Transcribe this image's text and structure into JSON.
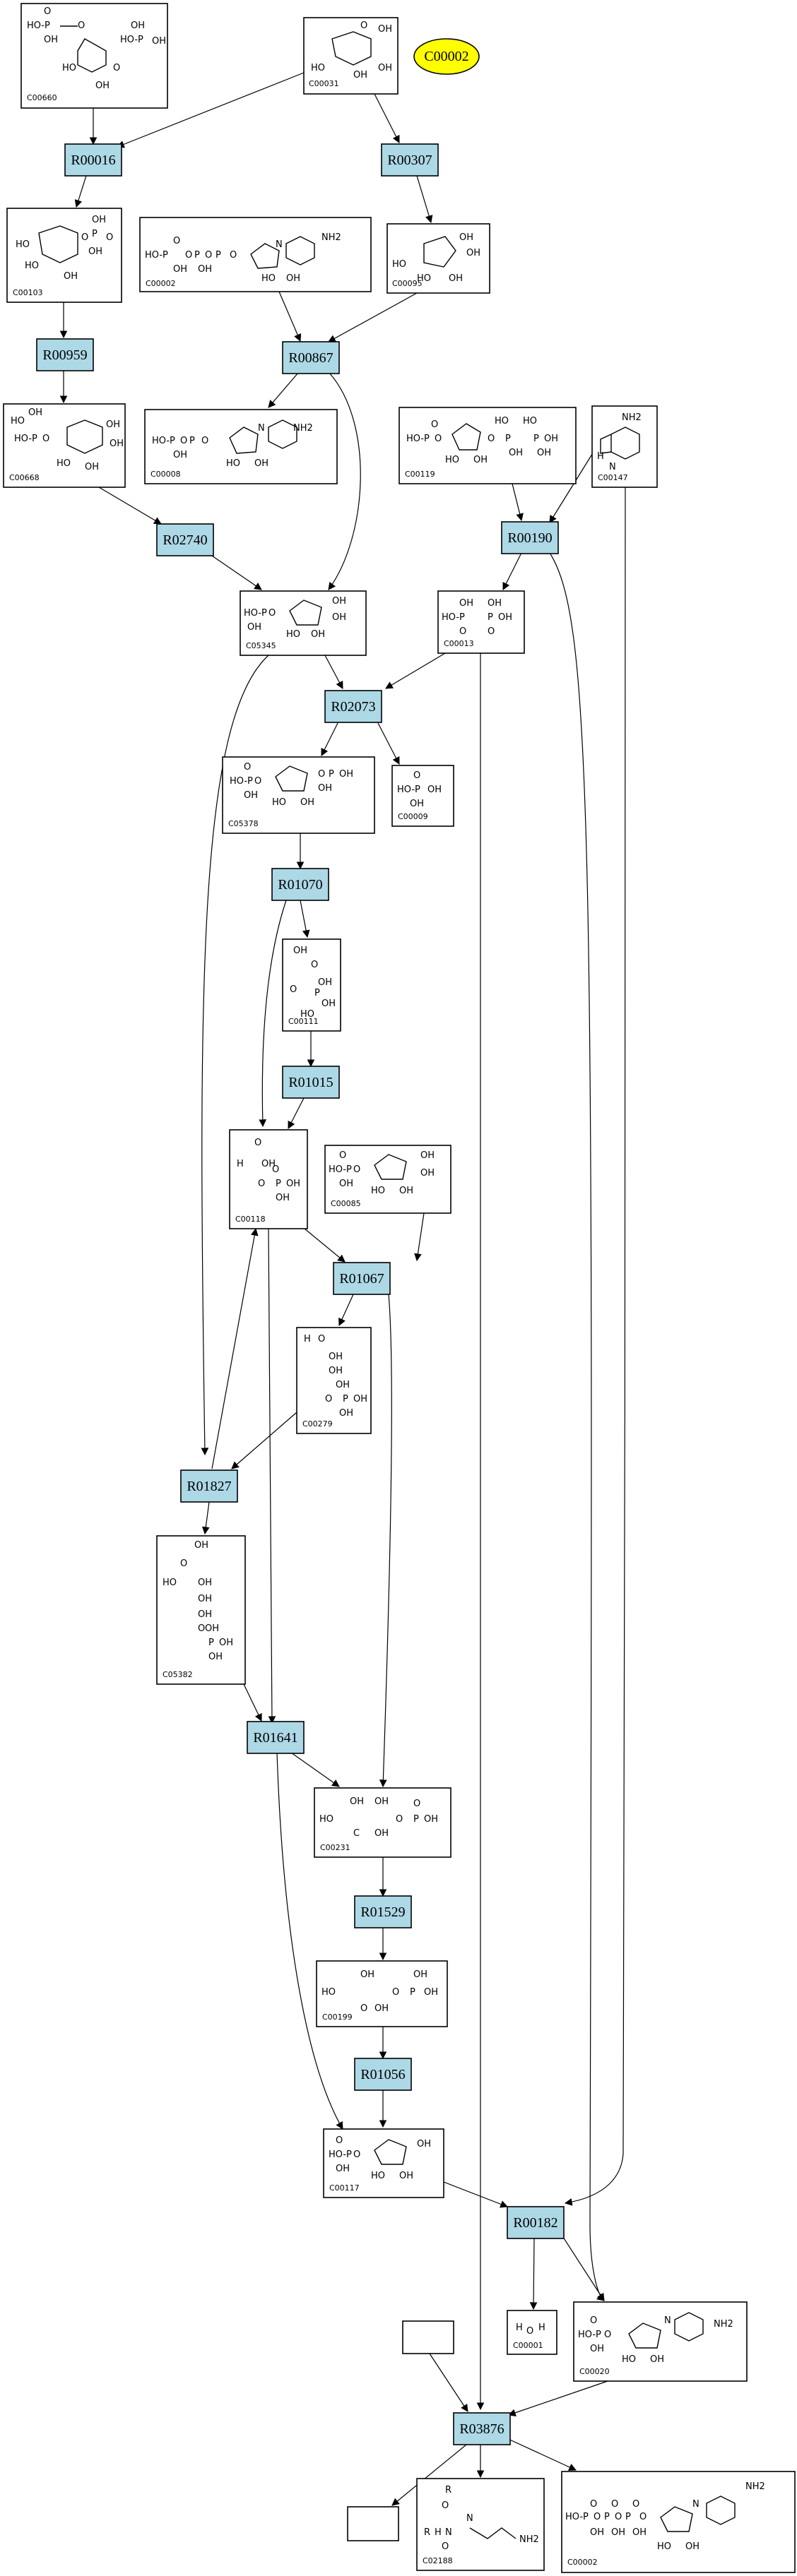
{
  "legend": {
    "compound": "C00002",
    "color": "#ffff00"
  },
  "colors": {
    "reaction_fill": "#add8e6"
  },
  "compounds": {
    "C00660": "C00660",
    "C00031": "C00031",
    "C00103": "C00103",
    "C00002": "C00002",
    "C00095": "C00095",
    "C00668": "C00668",
    "C00008": "C00008",
    "C00119": "C00119",
    "C00147": "C00147",
    "C05345": "C05345",
    "C00013": "C00013",
    "C05378": "C05378",
    "C00009": "C00009",
    "C00111": "C00111",
    "C00118": "C00118",
    "C00085": "C00085",
    "C00279": "C00279",
    "C05382": "C05382",
    "C00231": "C00231",
    "C00199": "C00199",
    "C00117": "C00117",
    "C00001": "C00001",
    "C00020": "C00020",
    "C02188": "C02188",
    "C00002b": "C00002"
  },
  "reactions": {
    "R00016": "R00016",
    "R00307": "R00307",
    "R00959": "R00959",
    "R00867": "R00867",
    "R02740": "R02740",
    "R00190": "R00190",
    "R02073": "R02073",
    "R01070": "R01070",
    "R01015": "R01015",
    "R01067": "R01067",
    "R01827": "R01827",
    "R01641": "R01641",
    "R01529": "R01529",
    "R01056": "R01056",
    "R00182": "R00182",
    "R03876": "R03876"
  },
  "atoms": {
    "ho": "HO",
    "oh": "OH",
    "o": "O",
    "p": "P",
    "h": "H",
    "c": "C",
    "n": "N",
    "nh2": "NH2",
    "r": "R",
    "ho_p": "HO-P",
    "h_o": "H-O",
    "h2o_h": "H"
  }
}
